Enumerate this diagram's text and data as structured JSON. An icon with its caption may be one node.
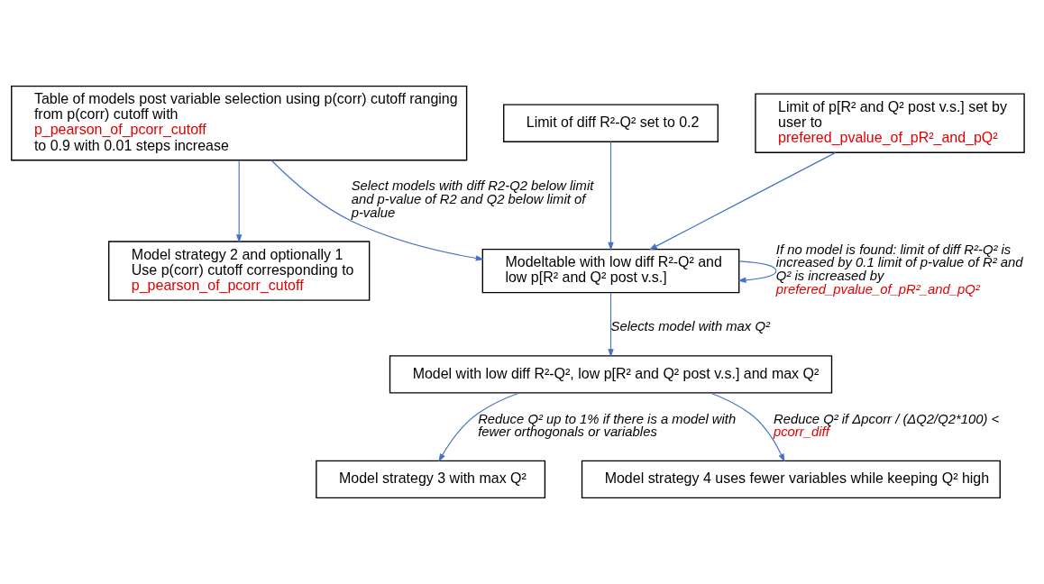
{
  "diagram": {
    "nodes": [
      {
        "text": [
          "Table of models post variable selection using p(corr) cutoff ranging from p(corr) cutoff with p_pearson_of_pcorr_cutoff to 0.9 with 0.01 steps increase"
        ]
      },
      {
        "text": [
          "Limit of diff R²-Q² set to 0.2"
        ]
      },
      {
        "text": [
          "Model strategy 2 and optionally 1 Use p(corr) cutoff corresponding to p_pearson_of_pcorr_cutoff"
        ]
      },
      {
        "text": [
          "Limit of p[R² and Q² post v.s.] set by user to prefered_pvalue_of_pR²_and_pQ²"
        ]
      },
      {
        "text": [
          "Modeltable with low diff R²-Q² and low p[R² and Q² post v.s.]"
        ]
      },
      {
        "text": [
          "Model with low diff R²-Q², low p[R² and Q² post v.s.] and max Q²"
        ]
      },
      {
        "text": [
          "Model strategy 3 with max Q²"
        ]
      },
      {
        "text": [
          "Model strategy 4 uses fewer variables while keeping Q² high"
        ]
      }
    ],
    "edges": [
      {
        "from": 0,
        "to": 4,
        "arrow": "to",
        "label": "Select models with diff R2-Q2 below limit and p-value of R2 and Q2 below limit of p-value"
      },
      {
        "from": 0,
        "to": 2,
        "arrow": "to"
      },
      {
        "from": 1,
        "to": 4,
        "arrow": "to"
      },
      {
        "from": 3,
        "to": 4,
        "arrow": "to"
      },
      {
        "from": 4,
        "to": 4,
        "arrow": "to",
        "label": "If no model is found: limit of diff R²-Q² is increased by 0.1 limit of p-value of R² and Q² is increased by prefered_pvalue_of_pR²_and_pQ²"
      },
      {
        "from": 4,
        "to": 5,
        "arrow": "to",
        "label": "Selects model with max Q²"
      },
      {
        "from": 5,
        "to": 6,
        "arrow": "to",
        "label": "Reduce Q² up to 1% if there is a model with fewer orthogonals or variables"
      },
      {
        "from": 5,
        "to": 7,
        "arrow": "to",
        "label": "Reduce Q² if Δpcorr / (ΔQ2/Q2*100) < pcorr_diff"
      }
    ]
  }
}
